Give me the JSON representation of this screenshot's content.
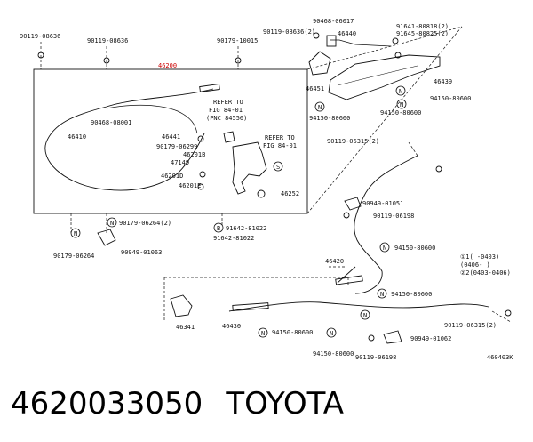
{
  "diagram": {
    "labels": {
      "l_90119_08636_a": "90119-08636",
      "l_90119_08636_b": "90119-08636",
      "l_90179_10015": "90179-10015",
      "l_90119_08636_c": "90119-08636(2)",
      "l_90468_06017": "90468-06017",
      "l_46440": "46440",
      "l_91641_80818": "91641-80818(2)",
      "l_91645_80825": "91645-80825(2)",
      "l_46200": "46200",
      "l_46451": "46451",
      "l_46439": "46439",
      "l_94150_80600_a": "94150-80600",
      "l_94150_80600_b": "94150-80600",
      "l_94150_80600_c": "94150-80600",
      "l_refer1_a": "REFER TO",
      "l_refer1_b": "FIG 84-01",
      "l_refer1_c": "(PNC 84550)",
      "l_90468_08001": "90468-08001",
      "l_46410": "46410",
      "l_46441": "46441",
      "l_90179_06299": "90179-06299",
      "l_refer2_a": "REFER TO",
      "l_refer2_b": "FIG 84-01",
      "l_46201b": "46201B",
      "l_47149": "47149",
      "l_46201d": "46201D",
      "l_46201e": "46201E",
      "l_46252": "46252",
      "l_90119_06315_a": "90119-06315(2)",
      "l_90949_01051": "90949-01051",
      "l_90119_06198_a": "90119-06198",
      "l_90179_06264_a": "90179-06264(2)",
      "l_91642_81022_a": "91642-81022",
      "l_91642_81022_b": "91642-81022",
      "l_90179_06264_b": "90179-06264",
      "l_90949_01063": "90949-01063",
      "l_94150_80600_d": "94150-80600",
      "l_46420": "46420",
      "l_note1": "①1(     -0403)",
      "l_note2": "   (0406-     )",
      "l_note3": "②2(0403-0406)",
      "l_94150_80600_e": "94150-80600",
      "l_46341": "46341",
      "l_46430": "46430",
      "l_94150_80600_f": "94150-80600",
      "l_90119_06315_b": "90119-06315(2)",
      "l_90949_01062": "90949-01062",
      "l_94150_80600_g": "94150-80600",
      "l_90119_06198_b": "90119-06198",
      "l_figcode": "460403K"
    },
    "circle_markers": {
      "m_n1": "N",
      "m_n2": "N",
      "m_n3": "N",
      "m_n4": "N",
      "m_n5": "N",
      "m_n6": "N",
      "m_n7": "N",
      "m_n8": "N",
      "m_n9": "N",
      "m_n10": "N",
      "m_s1": "S",
      "m_b1": "B"
    }
  },
  "caption": {
    "part_number": "4620033050",
    "brand": "TOYOTA"
  }
}
